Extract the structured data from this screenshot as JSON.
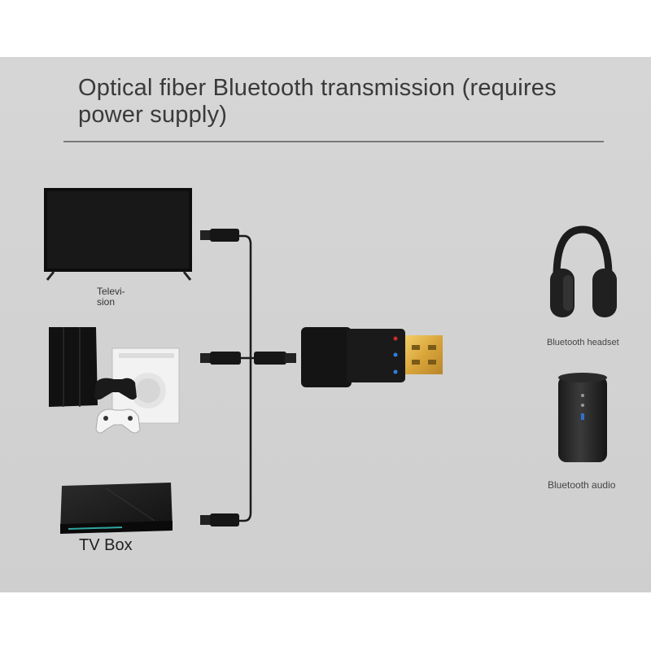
{
  "title": "Optical fiber Bluetooth transmission (requires power supply)",
  "sources": {
    "television": "Televi-\nsion",
    "tv_box": "TV Box"
  },
  "outputs": {
    "headset": "Bluetooth headset",
    "speaker": "Bluetooth audio"
  }
}
